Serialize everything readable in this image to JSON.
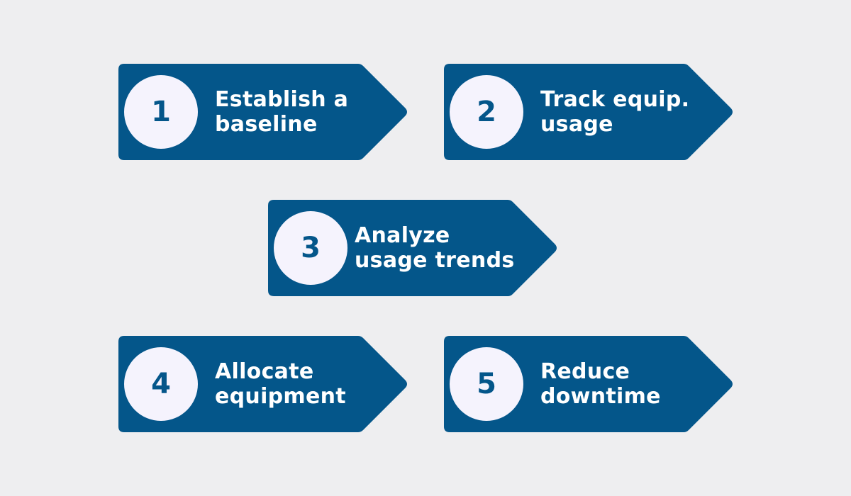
{
  "colors": {
    "background": "#eeeef0",
    "shape": "#04568a",
    "circle": "#f5f3fd"
  },
  "steps": [
    {
      "number": "1",
      "line1": "Establish a",
      "line2": "baseline"
    },
    {
      "number": "2",
      "line1": "Track equip.",
      "line2": "usage"
    },
    {
      "number": "3",
      "line1": "Analyze",
      "line2": "usage trends"
    },
    {
      "number": "4",
      "line1": "Allocate",
      "line2": "equipment"
    },
    {
      "number": "5",
      "line1": "Reduce",
      "line2": "downtime"
    }
  ]
}
